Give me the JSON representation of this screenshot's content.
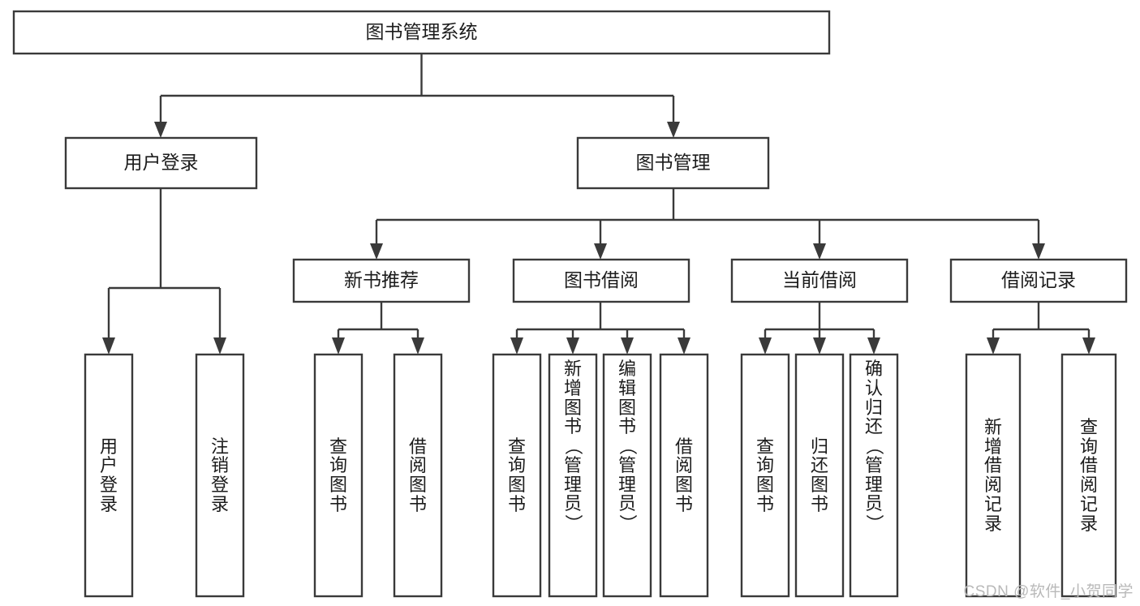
{
  "diagram": {
    "title": "图书管理系统",
    "watermark": "CSDN @软件_小贺同学",
    "colors": {
      "stroke": "#3a3a3a",
      "fill": "#ffffff",
      "text": "#1c1c1c",
      "watermark": "#b9b9b9"
    },
    "root": {
      "label": "图书管理系统"
    },
    "level2": [
      {
        "label": "用户登录"
      },
      {
        "label": "图书管理"
      }
    ],
    "level3": [
      {
        "label": "新书推荐"
      },
      {
        "label": "图书借阅"
      },
      {
        "label": "当前借阅"
      },
      {
        "label": "借阅记录"
      }
    ],
    "leaves": {
      "user_login": [
        {
          "label": "用户登录",
          "chars": [
            "用",
            "户",
            "登",
            "录"
          ]
        },
        {
          "label": "注销登录",
          "chars": [
            "注",
            "销",
            "登",
            "录"
          ]
        }
      ],
      "new_book_recommend": [
        {
          "label": "查询图书",
          "chars": [
            "查",
            "询",
            "图",
            "书"
          ]
        },
        {
          "label": "借阅图书",
          "chars": [
            "借",
            "阅",
            "图",
            "书"
          ]
        }
      ],
      "book_borrow": [
        {
          "label": "查询图书",
          "chars": [
            "查",
            "询",
            "图",
            "书"
          ]
        },
        {
          "label": "新增图书（管理员）",
          "chars": [
            "新",
            "增",
            "图",
            "书",
            "（",
            "管",
            "理",
            "员",
            "）"
          ]
        },
        {
          "label": "编辑图书（管理员）",
          "chars": [
            "编",
            "辑",
            "图",
            "书",
            "（",
            "管",
            "理",
            "员",
            "）"
          ]
        },
        {
          "label": "借阅图书",
          "chars": [
            "借",
            "阅",
            "图",
            "书"
          ]
        }
      ],
      "current_borrow": [
        {
          "label": "查询图书",
          "chars": [
            "查",
            "询",
            "图",
            "书"
          ]
        },
        {
          "label": "归还图书",
          "chars": [
            "归",
            "还",
            "图",
            "书"
          ]
        },
        {
          "label": "确认归还（管理员）",
          "chars": [
            "确",
            "认",
            "归",
            "还",
            "（",
            "管",
            "理",
            "员",
            "）"
          ]
        }
      ],
      "borrow_record": [
        {
          "label": "新增借阅记录",
          "chars": [
            "新",
            "增",
            "借",
            "阅",
            "记",
            "录"
          ]
        },
        {
          "label": "查询借阅记录",
          "chars": [
            "查",
            "询",
            "借",
            "阅",
            "记",
            "录"
          ]
        }
      ]
    }
  }
}
